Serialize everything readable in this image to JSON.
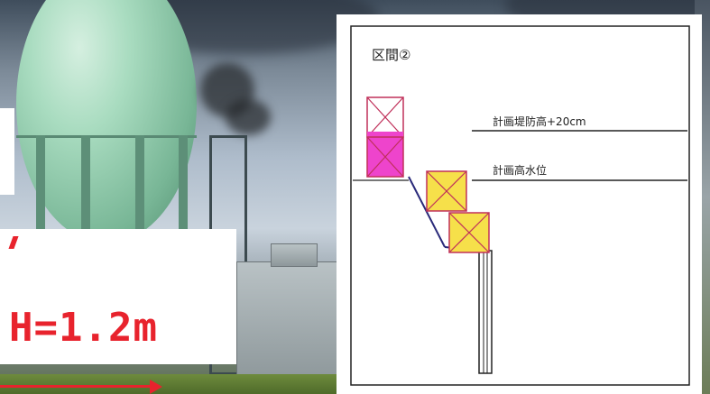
{
  "photo": {
    "label_text": "H=1.2m",
    "label_color": "#e8232d"
  },
  "diagram": {
    "section_title": "区間②",
    "level_top": "計画堤防高+20cm",
    "level_bottom": "計画高水位",
    "colors": {
      "bag_upper_fill": "#ee44cc",
      "bag_lower_fill": "#f6e04a",
      "bag_upper_stroke": "#c0305a",
      "bag_lower_stroke": "#c0305a",
      "wall": "#222222",
      "slope": "#2a2a7a"
    }
  }
}
